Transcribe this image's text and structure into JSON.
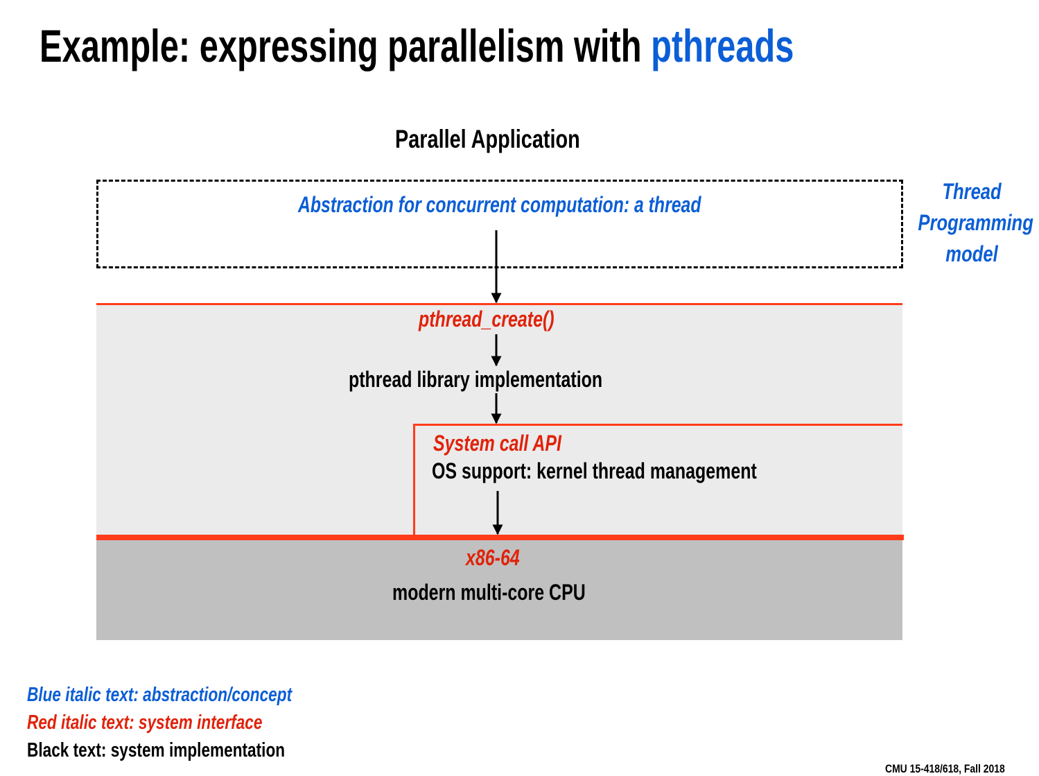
{
  "title": {
    "prefix": "Example: expressing parallelism with ",
    "highlight": "pthreads"
  },
  "diagram": {
    "app_label": "Parallel Application",
    "abstraction": "Abstraction for concurrent computation: a thread",
    "programming_model": [
      "Thread",
      "Programming",
      "model"
    ],
    "pthread_create": "pthread_create()",
    "library_impl": "pthread library implementation",
    "syscall_api": "System call API",
    "os_support": "OS support: kernel thread management",
    "isa": "x86-64",
    "cpu": "modern multi-core CPU"
  },
  "legend": {
    "blue": "Blue italic text: abstraction/concept",
    "red": "Red italic text: system interface",
    "black": "Black text: system implementation"
  },
  "footer": "CMU 15-418/618, Fall 2018",
  "colors": {
    "blue": "#0b5ed6",
    "red": "#e0220a",
    "line_red": "#ff3c1a",
    "light_gray": "#ebebeb",
    "dark_gray": "#c0c0c0"
  }
}
